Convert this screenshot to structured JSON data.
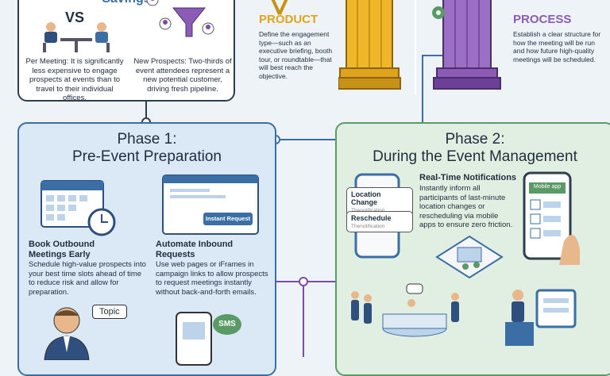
{
  "savings": {
    "title": "Savings",
    "vs": "VS",
    "per_meeting": "Per Meeting: It is significantly less expensive to engage prospects at events than to travel to their individual offices.",
    "new_prospects": "New Prospects: Two-thirds of event attendees represent a new potential customer, driving fresh pipeline."
  },
  "product": {
    "title": "PRODUCT",
    "text": "Define the engagement type—such as an executive briefing, booth tour, or roundtable—that will best reach the objective."
  },
  "process": {
    "title": "PROCESS",
    "text": "Establish a clear structure for how the meeting will be run and how future high-quality meetings will be scheduled."
  },
  "phase1": {
    "title_line1": "Phase 1:",
    "title_line2": "Pre-Event Preparation",
    "outbound_heading": "Book Outbound Meetings Early",
    "outbound_text": "Schedule high-value prospects into your best time slots ahead of time to reduce risk and allow for preparation.",
    "inbound_heading": "Automate Inbound Requests",
    "inbound_text": "Use web pages or iFrames in campaign links to allow prospects to request meetings instantly without back-and-forth emails.",
    "button_label": "Instant Request",
    "topic_label": "Topic",
    "sms_label": "SMS"
  },
  "phase2": {
    "title_line1": "Phase 2:",
    "title_line2": "During the Event Management",
    "notif_heading": "Real-Time Notifications",
    "notif_text": "Instantly inform all participants of last-minute location changes or rescheduling via mobile apps to ensure zero friction.",
    "location_change": "Location Change",
    "reschedule": "Reschedule",
    "sub_label": "Thenotification",
    "mobile_app": "Mobile app"
  },
  "colors": {
    "phase1_border": "#3b6ea5",
    "phase2_border": "#5a9a66",
    "product": "#e0a31c",
    "process": "#8b5bb5"
  }
}
